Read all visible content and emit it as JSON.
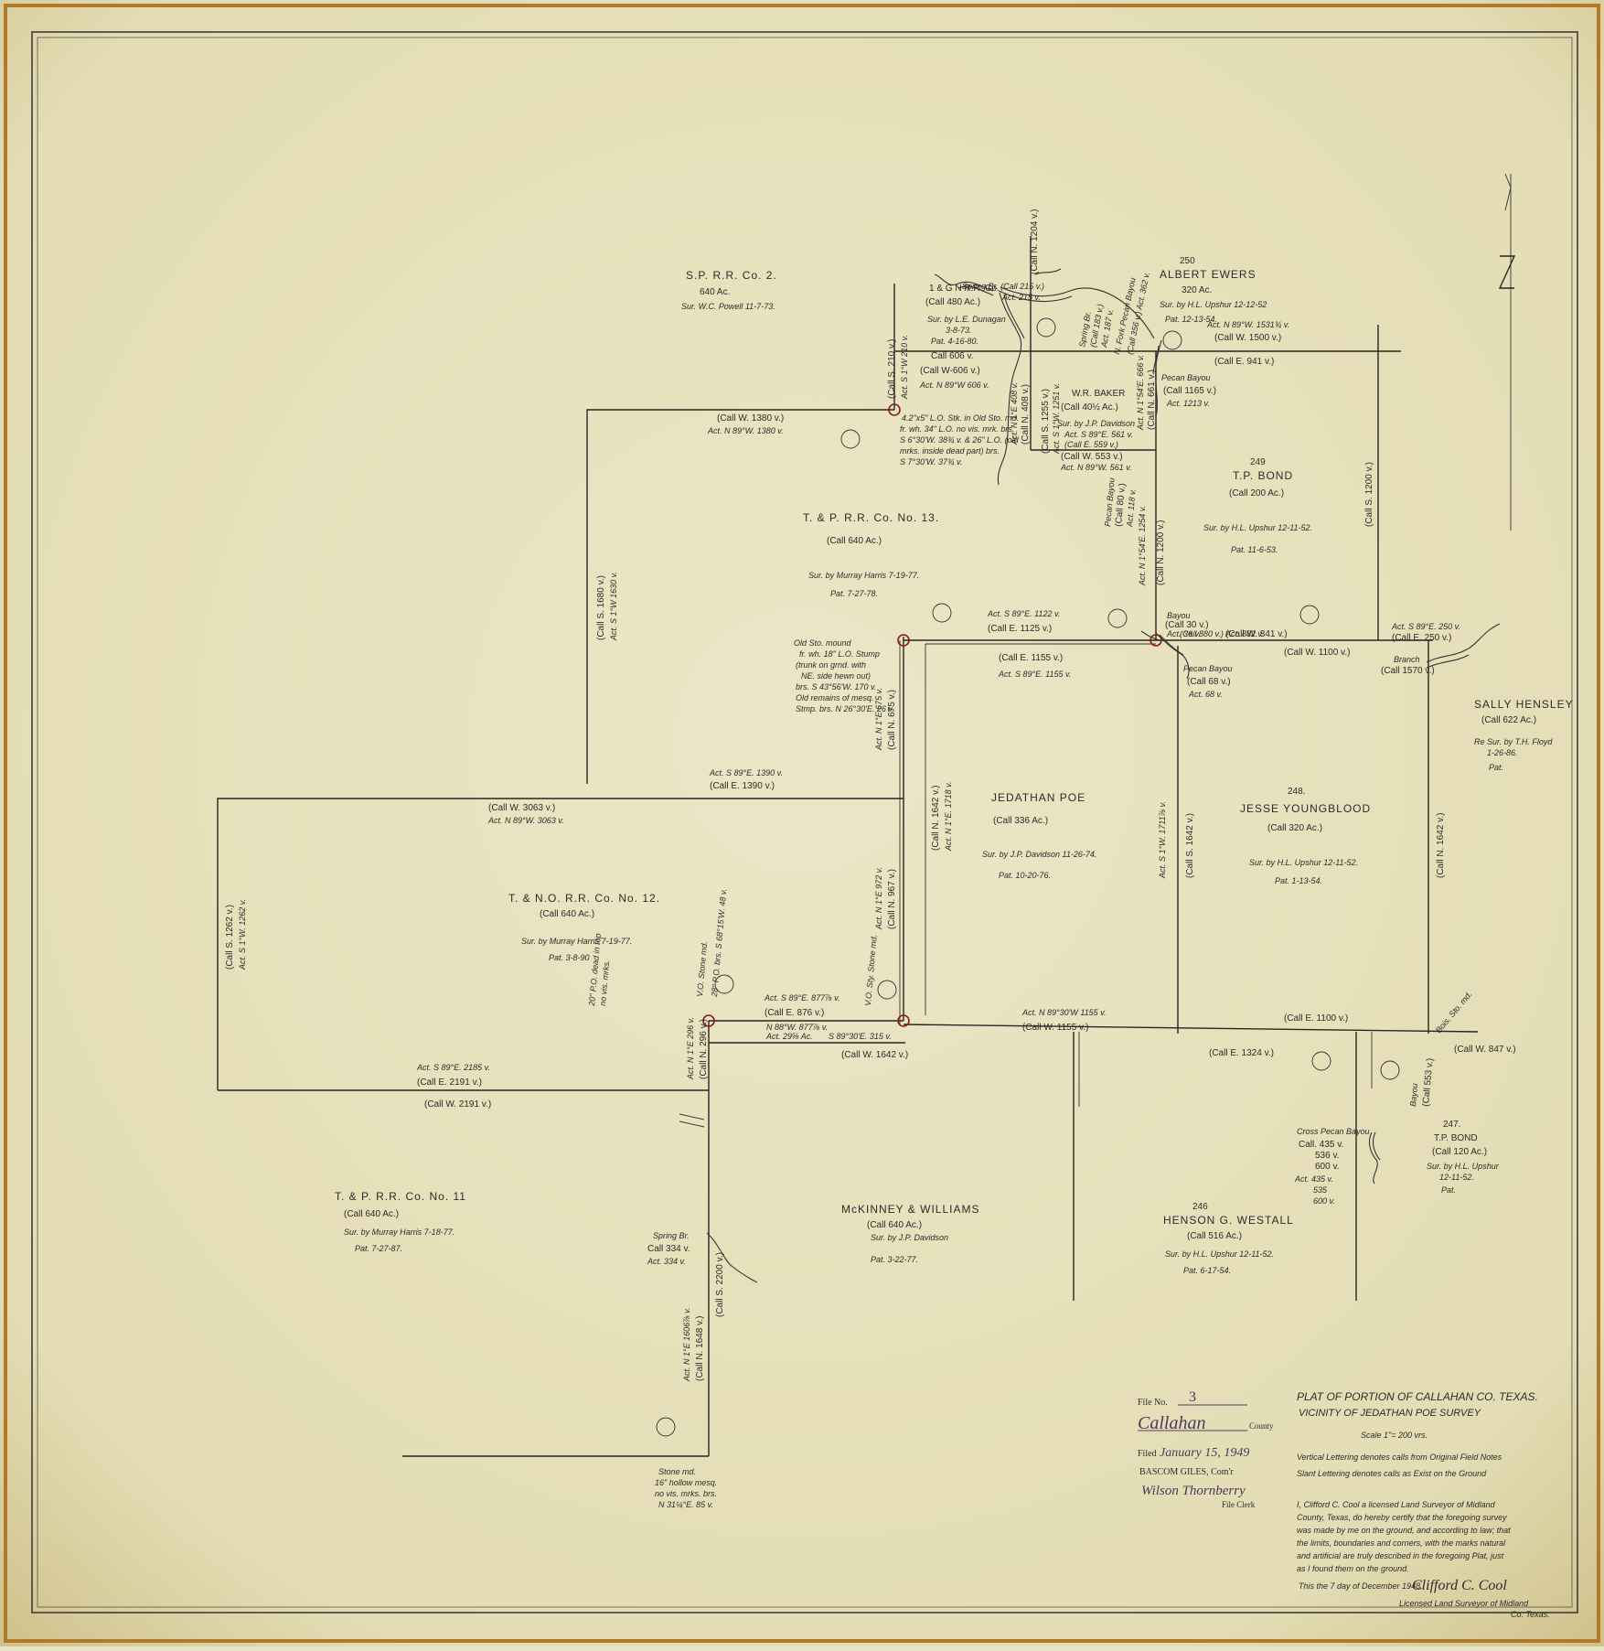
{
  "colors": {
    "paper": "#e9e4c3",
    "ink": "#262626",
    "corner_marker": "#8b1a1a",
    "stamp_ink": "#5a3a6a"
  },
  "icons": {
    "north_arrow": "north-arrow-icon",
    "corner": "corner-circle-icon",
    "bearing_tree": "bearing-tree-icon"
  },
  "title_block": {
    "line1": "PLAT OF PORTION OF CALLAHAN CO. TEXAS.",
    "line2": "VICINITY OF JEDATHAN POE SURVEY",
    "scale": "Scale 1\"= 200 vrs.",
    "note1": "Vertical Lettering denotes calls from Original Field Notes",
    "note2": "Slant Lettering denotes calls as Exist on the Ground"
  },
  "certificate": {
    "l1": "I,   Clifford C. Cool   a licensed Land Surveyor of   Midland",
    "l2": "County, Texas, do hereby certify that the foregoing survey",
    "l3": "was made by me on the ground, and according to law; that",
    "l4": "the limits, boundaries and corners, with the marks natural",
    "l5": "and artificial are truly described in the foregoing Plat, just",
    "l6": "as I found them on the ground.",
    "date": "This the   7   day of   December   1948.",
    "signature": "Clifford C. Cool",
    "sig_line": "Licensed Land Surveyor of   Midland",
    "sig_line2": "Co. Texas."
  },
  "file_stamp": {
    "file_label": "File No.",
    "file_no": "3",
    "county_name": "Callahan",
    "county_label": "County",
    "filed_label": "Filed",
    "filed_date": "January 15, 1949",
    "commissioner": "BASCOM GILES, Com'r",
    "clerk_sig": "Wilson Thornberry",
    "clerk_label": "File Clerk"
  },
  "surveys": [
    {
      "l1": "S.P. R.R. Co. 2.",
      "l2": "640 Ac.",
      "l3": "Sur. W.C. Powell  11-7-73."
    },
    {
      "l1": "1 & G N R.R. Co.",
      "l2": "(Call 480 Ac.)",
      "l3": "Sur. by L.E. Dunagan",
      "l4": "3-8-73.",
      "l5": "Pat. 4-16-80.",
      "l6": "Call 606 v."
    },
    {
      "l1": "250",
      "l2": "ALBERT EWERS",
      "l3": "320 Ac.",
      "l4": "Sur. by H.L. Upshur  12-12-52",
      "l5": "Pat. 12-13-54."
    },
    {
      "l1": "W.R. BAKER",
      "l2": "(Call 40½ Ac.)",
      "l3": "Sur. by J.P. Davidson",
      "l4": "Act. S 89°E. 561 v.",
      "l5": "(Call E. 559 v.)",
      "l6": "(Call W. 553 v.)",
      "l7": "Act. N 89°W. 561 v."
    },
    {
      "l1": "249",
      "l2": "T.P. BOND",
      "l3": "(Call 200 Ac.)",
      "l4": "Sur. by H.L. Upshur  12-11-52.",
      "l5": "Pat. 11-6-53."
    },
    {
      "l1": "T. & P. R.R. Co. No. 13.",
      "l2": "(Call 640 Ac.)",
      "l3": "Sur. by Murray Harris  7-19-77.",
      "l4": "Pat. 7-27-78."
    },
    {
      "l1": "SALLY HENSLEY",
      "l2": "(Call 622 Ac.)",
      "l3": "Re Sur. by T.H. Floyd",
      "l4": "1-26-86.",
      "l5": "Pat."
    },
    {
      "l1": "JEDATHAN POE",
      "l2": "(Call 336 Ac.)",
      "l3": "Sur. by J.P. Davidson  11-26-74.",
      "l4": "Pat. 10-20-76."
    },
    {
      "l1": "248.",
      "l2": "JESSE YOUNGBLOOD",
      "l3": "(Call 320 Ac.)",
      "l4": "Sur. by H.L. Upshur  12-11-52.",
      "l5": "Pat. 1-13-54."
    },
    {
      "l1": "T. & N.O. R.R. Co. No. 12.",
      "l2": "(Call 640 Ac.)",
      "l3": "Sur. by Murray Harris  7-19-77.",
      "l4": "Pat. 3-8-90"
    },
    {
      "l1": "247.",
      "l2": "T.P. BOND",
      "l3": "(Call 120 Ac.)",
      "l4": "Sur. by H.L. Upshur",
      "l5": "12-11-52.",
      "l6": "Pat."
    },
    {
      "l1": "McKINNEY & WILLIAMS",
      "l2": "(Call 640 Ac.)",
      "l3": "Sur. by J.P. Davidson",
      "l4": "Pat. 3-22-77."
    },
    {
      "l1": "246",
      "l2": "HENSON G. WESTALL",
      "l3": "(Call 516 Ac.)",
      "l4": "Sur. by H.L. Upshur  12-11-52.",
      "l5": "Pat. 6-17-54."
    },
    {
      "l1": "T. & P. R.R. Co. No. 11",
      "l2": "(Call 640 Ac.)",
      "l3": "Sur. by Murray Harris  7-18-77.",
      "l4": "Pat. 7-27-87."
    }
  ],
  "calls": {
    "c1": "(Call W. 1380 v.)",
    "c2": "Act. N 89°W. 1380 v.",
    "c3": "(Call W-606 v.)",
    "c4": "Act. N 89°W 606 v.",
    "c5": "(Call E. 941 v.)",
    "c6": "Act. N 89°W. 1531¾ v.",
    "c7": "(Call W. 1500 v.)",
    "c8": "Act. S 89°E. 1122 v.",
    "c9": "(Call E. 1125 v.)",
    "c10": "(Call E. 1155 v.)",
    "c11": "Act. S 89°E. 1155 v.",
    "c12": "(Call W. 841 v.)",
    "c13": "(Call W. 1100 v.)",
    "c14": "Act. S 89°E. 250 v.",
    "c15": "(Call E. 250 v.)",
    "c16": "Branch",
    "c17": "(Call 1570 v.)",
    "c18": "Act. S 89°E. 1390 v.",
    "c19": "(Call E. 1390 v.)",
    "c20": "(Call W. 3063 v.)",
    "c21": "Act. N 89°W. 3063 v.",
    "c22": "Act. S 89°E. 877⅞ v.",
    "c23": "(Call E. 876 v.)",
    "c24": "Act. N 89°30'W 1155 v.",
    "c25": "(Call W. 1155 v.)",
    "c26": "(Call W. 1642 v.)",
    "c27": "(Call E. 1100 v.)",
    "c28": "(Call E. 1324 v.)",
    "c29": "(Call W. 847 v.)",
    "c30": "Act. S 89°E. 2185 v.",
    "c31": "(Call E. 2191 v.)",
    "c32": "(Call W. 2191 v.)",
    "c33": "(Call S. 1680 v.)",
    "c34": "Act. S 1°W 1630 v.",
    "c35": "(Call S. 1262 v.)",
    "c36": "Act. S 1°W. 1262 v.",
    "c37": "Act. N 1°E 675 v.",
    "c38": "(Call N. 675 v.)",
    "c39": "Act. N 1°E 972 v.",
    "c40": "(Call N. 967 v.)",
    "c41": "(Call N. 1642 v.)",
    "c42": "Act. N 1°E. 1718 v.",
    "c43": "Act. S 1°W. 1711⅞ v.",
    "c44": "(Call S. 1642 v.)",
    "c45": "(Call S. 1200 v.)",
    "c46": "(Call N. 1642 v.)",
    "c47": "Act. N 1°E 1606⅞ v.",
    "c48": "(Call N. 1648 v.)",
    "c49": "(Call S. 2200 v.)",
    "c50": "Act. N 1°E 296 v.",
    "c51": "(Call N. 296 v.)",
    "c52": "(Call N. 1204 v.)",
    "c53": "(Call S. 210 v.)",
    "c54": "Act. S 1°W 210 v.",
    "c55": "Act. N 1°E 408 v.",
    "c56": "(Call N. 408 v.)",
    "c57": "Act. N 1°54'E. 666 v.",
    "c58": "(Call N. 661 v.)",
    "c59": "Act. N 1°54'E. 1254 v.",
    "c60": "(Call N. 1200 v.)",
    "c61": "(Call S. 1255 v.)",
    "c62": "Act. S 1°W. 1251 v."
  },
  "features": {
    "f1": "Spring Br. (Call 215 v.)",
    "f2": "Act. 215 v.",
    "f3": "Spring Br.",
    "f4": "(Call 183 v.)",
    "f5": "Act. 187 v.",
    "f6": "N. Fork Pecan Bayou",
    "f7": "(Call 356 v.)  Act. 362 v.",
    "f8": "Pecan Bayou",
    "f9": "(Call 1165 v.)",
    "f10": "Act. 1213 v.",
    "f11": "Pecan Bayou",
    "f12": "(Call 80 v.)",
    "f13": "Act. 118 v.",
    "f14": "Bayou",
    "f15": "(Call 30 v.)",
    "f16": "Act. 36 v.",
    "f17": "(Call 880 v.) Act. 882 v.",
    "f18": "Pecan Bayou",
    "f19": "(Call 68 v.)",
    "f20": "Act. 68 v.",
    "f21": "Bayou",
    "f22": "(Call 553 v.)",
    "f23": "Cross Pecan Bayou",
    "f24": "Call. 435 v.",
    "f25": "536 v.",
    "f26": "600 v.",
    "f27": "Act. 435 v.",
    "f28": "535",
    "f29": "600 v.",
    "f30": "Spring Br.",
    "f31": "Call 334 v.",
    "f32": "Act. 334 v.",
    "f33": "Stone md.",
    "f34": "16\" hollow mesq.",
    "f35": "no vis. mrks. brs.",
    "f36": "N 31¼°E. 85 v.",
    "f37": "Old Sto. mound",
    "f38": "fr. wh. 18\" L.O. Stump",
    "f39": "(trunk on grnd. with",
    "f40": "NE. side hewn out)",
    "f41": "brs. S 43°56'W. 170 v.",
    "f42": "Old remains of mesq.",
    "f43": "Stmp. brs. N 26°30'E. 26 v.",
    "f44": "4.2\"x5\" L.O. Stk. in Old Sto. md.",
    "f45": "fr. wh. 34\" L.O. no vis. mrk. brs.",
    "f46": "S 6°30'W. 38¾ v. & 26\" L.O. (old",
    "f47": "mrks. inside dead part) brs.",
    "f48": "S 7°30'W. 37¾ v.",
    "f49": "V.O. Stone md.",
    "f50": "28\" P.O. brs. S 68°15'W. 48 v.",
    "f51": "V.O. Sty. Stone md.",
    "f52": "N 88°W. 877⅞ v.",
    "f53": "Act. 29⅝ Ac.",
    "f54": "S 89°30'E. 315 v.",
    "f55": "20\" P.O. dead in top",
    "f56": "no vis. mrks.",
    "f57": "Bois. Sto. md."
  }
}
